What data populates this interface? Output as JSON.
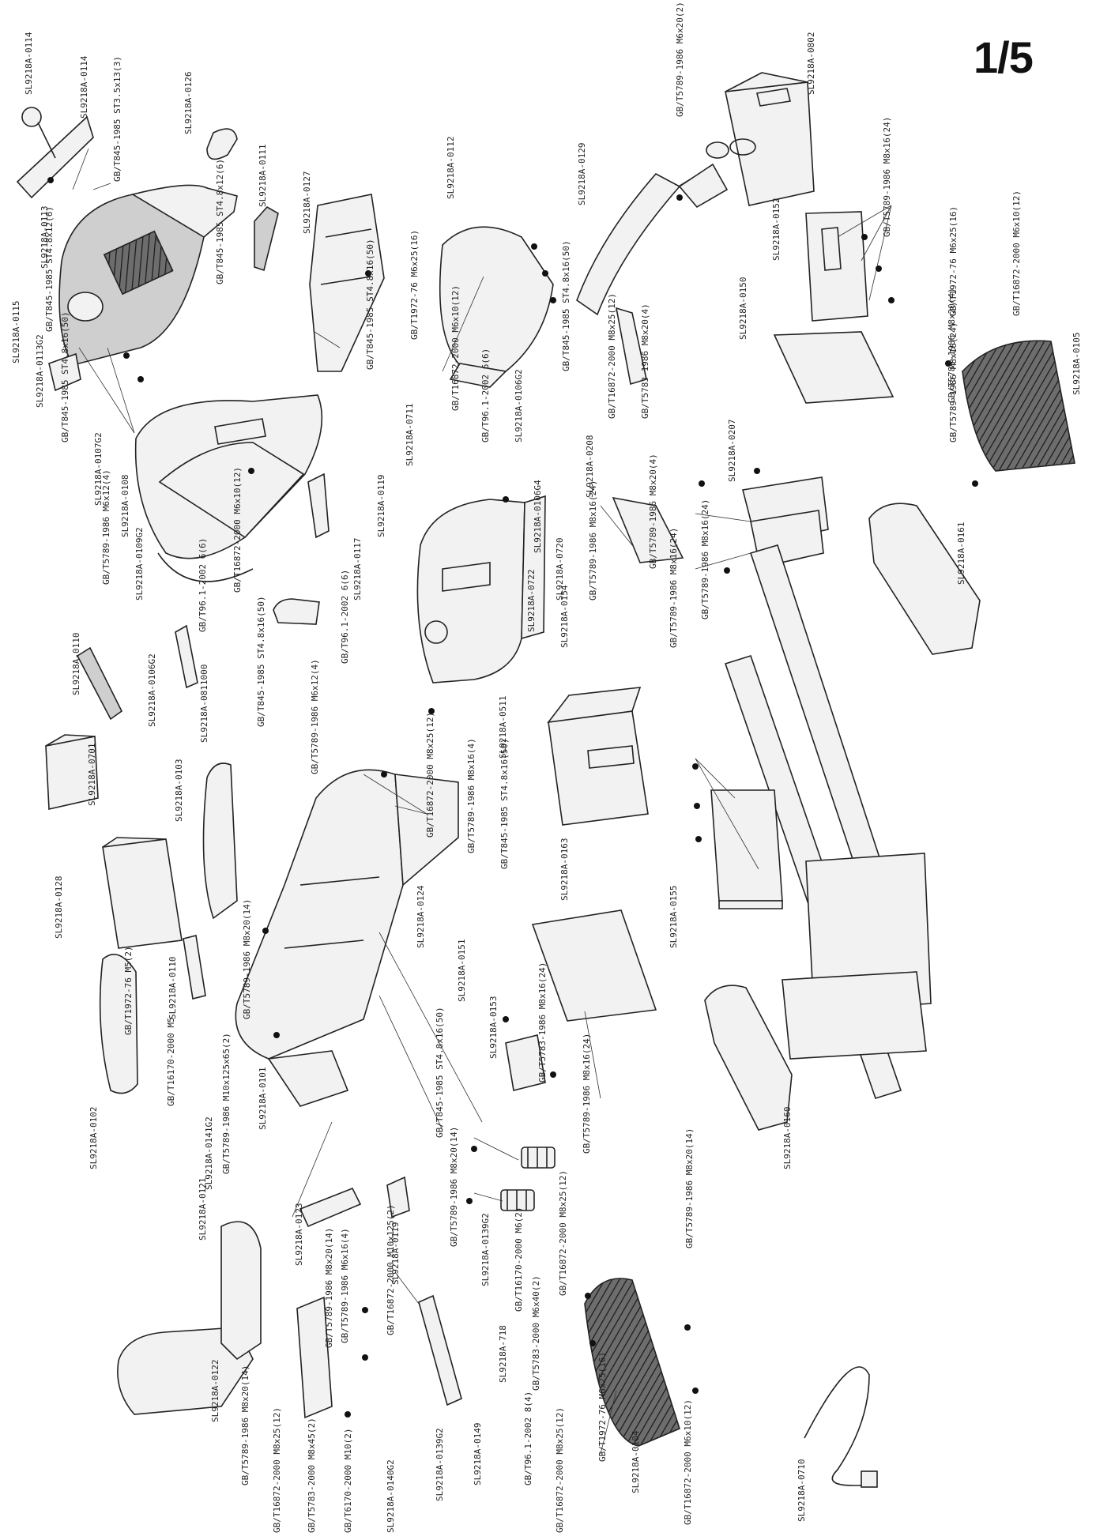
{
  "page_number": "1/5",
  "labels": [
    {
      "id": "l01",
      "text": "SL9218A-0114"
    },
    {
      "id": "l02",
      "text": "SL9218A-0114"
    },
    {
      "id": "l03",
      "text": "GB/T845-1985 ST3.5x13(3)"
    },
    {
      "id": "l04",
      "text": "SL9218A-0126"
    },
    {
      "id": "l05",
      "text": "SL9218A-0113"
    },
    {
      "id": "l06",
      "text": "GB/T845-1985 ST4.8x12(6)"
    },
    {
      "id": "l07",
      "text": "GB/T845-1985 ST4.8x12(6)"
    },
    {
      "id": "l08",
      "text": "SL9218A-0111"
    },
    {
      "id": "l09",
      "text": "SL9218A-0115"
    },
    {
      "id": "l10",
      "text": "SL9218A-0113G2"
    },
    {
      "id": "l11",
      "text": "SL9218A-0127"
    },
    {
      "id": "l12",
      "text": "GB/T845-1985 ST4.8x16(50)"
    },
    {
      "id": "l13",
      "text": "SL9218A-0112"
    },
    {
      "id": "l14",
      "text": "GB/T5789-1986 M6x20(2)"
    },
    {
      "id": "l15",
      "text": "SL9218A-0802"
    },
    {
      "id": "l16",
      "text": "SL9218A-0129"
    },
    {
      "id": "l17",
      "text": "GB/T5789-1986 M8x16(24)"
    },
    {
      "id": "l18",
      "text": "SL9218A-0152"
    },
    {
      "id": "l19",
      "text": "SL9218A-0150"
    },
    {
      "id": "l20",
      "text": "GB/T1972-76 M6x25(16)"
    },
    {
      "id": "l21",
      "text": "GB/T16872-2000 M6x10(12)"
    },
    {
      "id": "l22",
      "text": "SL9218A-0105"
    },
    {
      "id": "l23",
      "text": "GB/T845-1985 ST4.8x16(50)"
    },
    {
      "id": "l24",
      "text": "SL9218A-0107G2"
    },
    {
      "id": "l25",
      "text": "SL9218A-0108"
    },
    {
      "id": "l26",
      "text": "GB/T1972-76 M6x25(16)"
    },
    {
      "id": "l27",
      "text": "GB/T16872-2000 M6x10(12)"
    },
    {
      "id": "l28",
      "text": "GB/T96.1-2002 6(6)"
    },
    {
      "id": "l29",
      "text": "SL9218A-0106G2"
    },
    {
      "id": "l30",
      "text": "GB/T845-1985 ST4.8x16(50)"
    },
    {
      "id": "l31",
      "text": "GB/T16872-2000 M8x25(12)"
    },
    {
      "id": "l32",
      "text": "GB/T5783-1986 M8x20(4)"
    },
    {
      "id": "l33",
      "text": "SL9218A-0711"
    },
    {
      "id": "l34",
      "text": "SL9218A-0119"
    },
    {
      "id": "l35",
      "text": "SL9218A-0117"
    },
    {
      "id": "l36",
      "text": "SL9218A-0106G4"
    },
    {
      "id": "l37",
      "text": "SL9218A-0720"
    },
    {
      "id": "l38",
      "text": "SL9218A-0208"
    },
    {
      "id": "l39",
      "text": "SL9218A-0207"
    },
    {
      "id": "l40",
      "text": "GB/T5789-1986 M8x16(24)"
    },
    {
      "id": "l41",
      "text": "GB/T5789-1986 M8x20(4)"
    },
    {
      "id": "l42",
      "text": "GB/T5789-1986 M8x20(4)"
    },
    {
      "id": "l43",
      "text": "GB/T5789-1986 M8x16(24)"
    },
    {
      "id": "l44",
      "text": "SL9218A-0161"
    },
    {
      "id": "l45",
      "text": "GB/T5789-1986 M6x12(4)"
    },
    {
      "id": "l46",
      "text": "SL9218A-0109G2"
    },
    {
      "id": "l47",
      "text": "GB/T16872-2000 M6x10(12)"
    },
    {
      "id": "l48",
      "text": "GB/T96.1-2002 6(6)"
    },
    {
      "id": "l49",
      "text": "GB/T96.1-2002 6(6)"
    },
    {
      "id": "l50",
      "text": "SL9218A-0722"
    },
    {
      "id": "l51",
      "text": "GB/T5789-1986 M8x16(24)"
    },
    {
      "id": "l52",
      "text": "SL9218A-0154"
    },
    {
      "id": "l53",
      "text": "GB/T5789-1986 M8x16(24)"
    },
    {
      "id": "l54",
      "text": "SL9218A-0110"
    },
    {
      "id": "l55",
      "text": "SL9218A-0106G2"
    },
    {
      "id": "l56",
      "text": "SL9218A-0811000"
    },
    {
      "id": "l57",
      "text": "GB/T845-1985 ST4.8x16(50)"
    },
    {
      "id": "l58",
      "text": "GB/T5789-1986 M6x12(4)"
    },
    {
      "id": "l59",
      "text": "SL9218A-0511"
    },
    {
      "id": "l60",
      "text": "SL9218A-0701"
    },
    {
      "id": "l61",
      "text": "SL9218A-0103"
    },
    {
      "id": "l62",
      "text": "GB/T16872-2000 M8x25(12)"
    },
    {
      "id": "l63",
      "text": "GB/T5789-1986 M8x16(4)"
    },
    {
      "id": "l64",
      "text": "GB/T845-1985 ST4.8x16(50)"
    },
    {
      "id": "l65",
      "text": "SL9218A-0163"
    },
    {
      "id": "l66",
      "text": "SL9218A-0128"
    },
    {
      "id": "l67",
      "text": "SL9218A-0155"
    },
    {
      "id": "l68",
      "text": "SL9218A-0124"
    },
    {
      "id": "l69",
      "text": "SL9218A-0151"
    },
    {
      "id": "l70",
      "text": "GB/T1972-76 M5(2)"
    },
    {
      "id": "l71",
      "text": "SL9218A-0110"
    },
    {
      "id": "l72",
      "text": "GB/T5789-1986 M8x20(14)"
    },
    {
      "id": "l73",
      "text": "SL9218A-0153"
    },
    {
      "id": "l74",
      "text": "GB/T5783-1986 M8x16(24)"
    },
    {
      "id": "l75",
      "text": "GB/T845-1985 ST4.8x16(50)"
    },
    {
      "id": "l76",
      "text": "SL9218A-0160"
    },
    {
      "id": "l77",
      "text": "SL9218A-0102"
    },
    {
      "id": "l78",
      "text": "GB/T16170-2000 M5"
    },
    {
      "id": "l79",
      "text": "SL9218A-0101"
    },
    {
      "id": "l80",
      "text": "GB/T5789-1986 M10x125x65(2)"
    },
    {
      "id": "l81",
      "text": "SL9218A-0141G2"
    },
    {
      "id": "l82",
      "text": "GB/T5789-1986 M8x16(24)"
    },
    {
      "id": "l83",
      "text": "GB/T5789-1986 M8x20(14)"
    },
    {
      "id": "l84",
      "text": "SL9218A-0123"
    },
    {
      "id": "l85",
      "text": "SL9218A-0119"
    },
    {
      "id": "l86",
      "text": "GB/T5789-1986 M8x20(14)"
    },
    {
      "id": "l87",
      "text": "SL9218A-0139G2"
    },
    {
      "id": "l88",
      "text": "GB/T16170-2000 M6(2)"
    },
    {
      "id": "l89",
      "text": "GB/T16872-2000 M8x25(12)"
    },
    {
      "id": "l90",
      "text": "GB/T5789-1986 M8x20(14)"
    },
    {
      "id": "l91",
      "text": "SL9218A-0121"
    },
    {
      "id": "l92",
      "text": "GB/T16872-2000 M10x125(2)"
    },
    {
      "id": "l93",
      "text": "GB/T5789-1986 M6x16(4)"
    },
    {
      "id": "l94",
      "text": "SL9218A-718"
    },
    {
      "id": "l95",
      "text": "GB/T5783-2000 M6x40(2)"
    },
    {
      "id": "l96",
      "text": "SL9218A-0122"
    },
    {
      "id": "l97",
      "text": "GB/T5789-1986 M8x20(14)"
    },
    {
      "id": "l98",
      "text": "GB/T16872-2000 M8x25(12)"
    },
    {
      "id": "l99",
      "text": "GB/T5783-2000 M8x45(2)"
    },
    {
      "id": "l100",
      "text": "GB/T6170-2000 M10(2)"
    },
    {
      "id": "l101",
      "text": "SL9218A-0140G2"
    },
    {
      "id": "l102",
      "text": "SL9218A-0139G2"
    },
    {
      "id": "l103",
      "text": "SL9218A-0149"
    },
    {
      "id": "l104",
      "text": "GB/T96.1-2002 8(4)"
    },
    {
      "id": "l105",
      "text": "GB/T16872-2000 M8x25(12)"
    },
    {
      "id": "l106",
      "text": "GB/T1972-76 M6x25(16)"
    },
    {
      "id": "l107",
      "text": "SL9218A-0104"
    },
    {
      "id": "l108",
      "text": "GB/T16872-2000 M6x10(12)"
    },
    {
      "id": "l109",
      "text": "SL9218A-0710"
    }
  ]
}
